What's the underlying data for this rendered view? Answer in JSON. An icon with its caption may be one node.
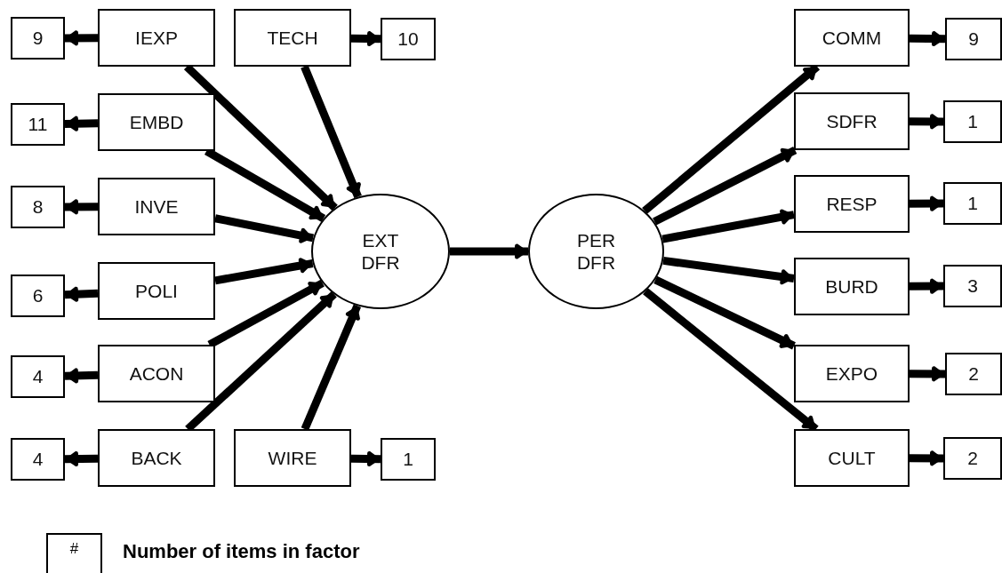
{
  "diagram": {
    "nodes": [
      {
        "text": [
          "9"
        ]
      },
      {
        "text": [
          "IEXP"
        ]
      },
      {
        "text": [
          "TECH"
        ]
      },
      {
        "text": [
          "10"
        ]
      },
      {
        "text": [
          "COMM"
        ]
      },
      {
        "text": [
          "9"
        ]
      },
      {
        "text": [
          "11"
        ]
      },
      {
        "text": [
          "EMBD"
        ]
      },
      {
        "text": [
          "SDFR"
        ]
      },
      {
        "text": [
          "1"
        ]
      },
      {
        "text": [
          "8"
        ]
      },
      {
        "text": [
          "INVE"
        ]
      },
      {
        "text": [
          "RESP"
        ]
      },
      {
        "text": [
          "1"
        ]
      },
      {
        "text": [
          "EXT DFR"
        ]
      },
      {
        "text": [
          "PER DFR"
        ]
      },
      {
        "text": [
          "6"
        ]
      },
      {
        "text": [
          "POLI"
        ]
      },
      {
        "text": [
          "BURD"
        ]
      },
      {
        "text": [
          "3"
        ]
      },
      {
        "text": [
          "4"
        ]
      },
      {
        "text": [
          "ACON"
        ]
      },
      {
        "text": [
          "EXPO"
        ]
      },
      {
        "text": [
          "2"
        ]
      },
      {
        "text": [
          "4"
        ]
      },
      {
        "text": [
          "BACK"
        ]
      },
      {
        "text": [
          "WIRE"
        ]
      },
      {
        "text": [
          "1"
        ]
      },
      {
        "text": [
          "CULT"
        ]
      },
      {
        "text": [
          "2"
        ]
      }
    ],
    "edges": [
      {
        "from": 1,
        "to": 0,
        "arrow": "to"
      },
      {
        "from": 2,
        "to": 3,
        "arrow": "to"
      },
      {
        "from": 4,
        "to": 5,
        "arrow": "to"
      },
      {
        "from": 7,
        "to": 6,
        "arrow": "to"
      },
      {
        "from": 8,
        "to": 9,
        "arrow": "to"
      },
      {
        "from": 11,
        "to": 10,
        "arrow": "to"
      },
      {
        "from": 12,
        "to": 13,
        "arrow": "to"
      },
      {
        "from": 17,
        "to": 16,
        "arrow": "to"
      },
      {
        "from": 18,
        "to": 19,
        "arrow": "to"
      },
      {
        "from": 21,
        "to": 20,
        "arrow": "to"
      },
      {
        "from": 22,
        "to": 23,
        "arrow": "to"
      },
      {
        "from": 25,
        "to": 24,
        "arrow": "to"
      },
      {
        "from": 26,
        "to": 27,
        "arrow": "to"
      },
      {
        "from": 28,
        "to": 29,
        "arrow": "to"
      },
      {
        "from": 1,
        "to": 14,
        "arrow": "to"
      },
      {
        "from": 2,
        "to": 14,
        "arrow": "to"
      },
      {
        "from": 7,
        "to": 14,
        "arrow": "to"
      },
      {
        "from": 11,
        "to": 14,
        "arrow": "to"
      },
      {
        "from": 17,
        "to": 14,
        "arrow": "to"
      },
      {
        "from": 21,
        "to": 14,
        "arrow": "to"
      },
      {
        "from": 25,
        "to": 14,
        "arrow": "to"
      },
      {
        "from": 26,
        "to": 14,
        "arrow": "to"
      },
      {
        "from": 14,
        "to": 15,
        "arrow": "to"
      },
      {
        "from": 15,
        "to": 4,
        "arrow": "to"
      },
      {
        "from": 15,
        "to": 8,
        "arrow": "to"
      },
      {
        "from": 15,
        "to": 12,
        "arrow": "to"
      },
      {
        "from": 15,
        "to": 18,
        "arrow": "to"
      },
      {
        "from": 15,
        "to": 22,
        "arrow": "to"
      },
      {
        "from": 15,
        "to": 28,
        "arrow": "to"
      }
    ],
    "labels": [
      "#"
    ],
    "legend": [
      {
        "text": "Number of items in factor"
      }
    ]
  }
}
